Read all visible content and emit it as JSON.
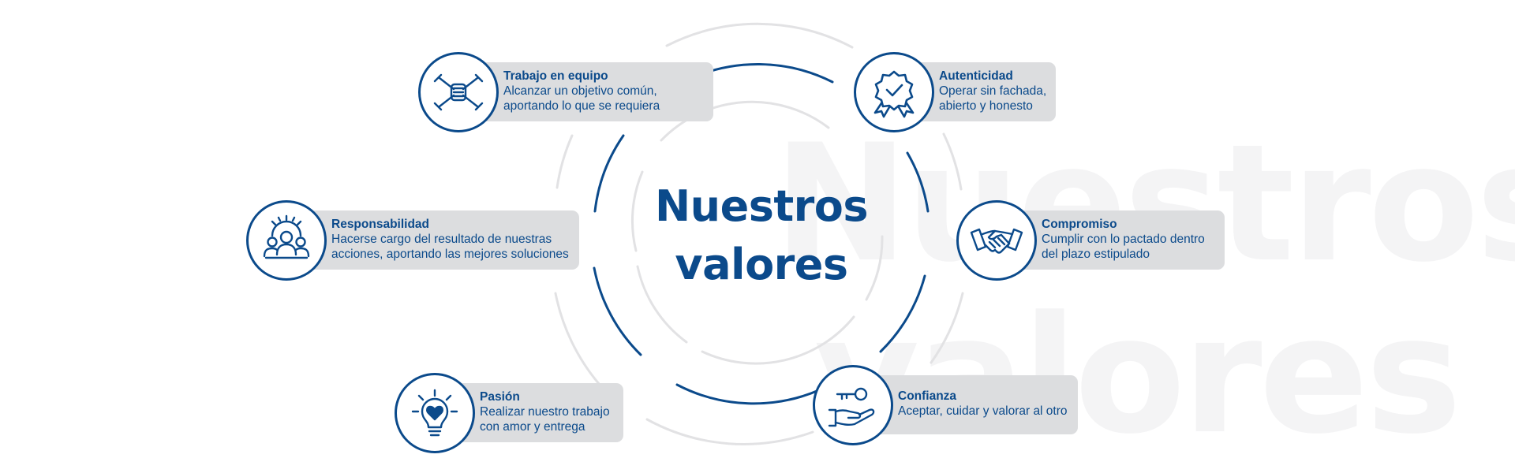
{
  "center": {
    "line1": "Nuestros",
    "line2": "valores"
  },
  "watermark": {
    "line1": "Nuestros",
    "line2": "valores"
  },
  "colors": {
    "primary": "#0b4a8b",
    "pill": "#dcdddf",
    "ring_light": "#e2e2e4",
    "watermark": "#f4f4f5"
  },
  "values": [
    {
      "id": "trabajo",
      "title": "Trabajo en equipo",
      "desc": [
        "Alcanzar un objetivo común,",
        "aportando lo que se requiera"
      ],
      "icon": "teamwork-hands-icon"
    },
    {
      "id": "autenticidad",
      "title": "Autenticidad",
      "desc": [
        "Operar sin fachada,",
        "abierto y honesto"
      ],
      "icon": "award-badge-icon"
    },
    {
      "id": "responsabilidad",
      "title": "Responsabilidad",
      "desc": [
        "Hacerse cargo del resultado de nuestras",
        "acciones, aportando las mejores soluciones"
      ],
      "icon": "people-gear-icon"
    },
    {
      "id": "compromiso",
      "title": "Compromiso",
      "desc": [
        "Cumplir con lo pactado dentro",
        "del plazo estipulado"
      ],
      "icon": "handshake-icon"
    },
    {
      "id": "pasion",
      "title": "Pasión",
      "desc": [
        "Realizar nuestro trabajo",
        "con amor y entrega"
      ],
      "icon": "lightbulb-heart-icon"
    },
    {
      "id": "confianza",
      "title": "Confianza",
      "desc": [
        "Aceptar, cuidar y valorar al otro"
      ],
      "icon": "hand-key-icon"
    }
  ]
}
